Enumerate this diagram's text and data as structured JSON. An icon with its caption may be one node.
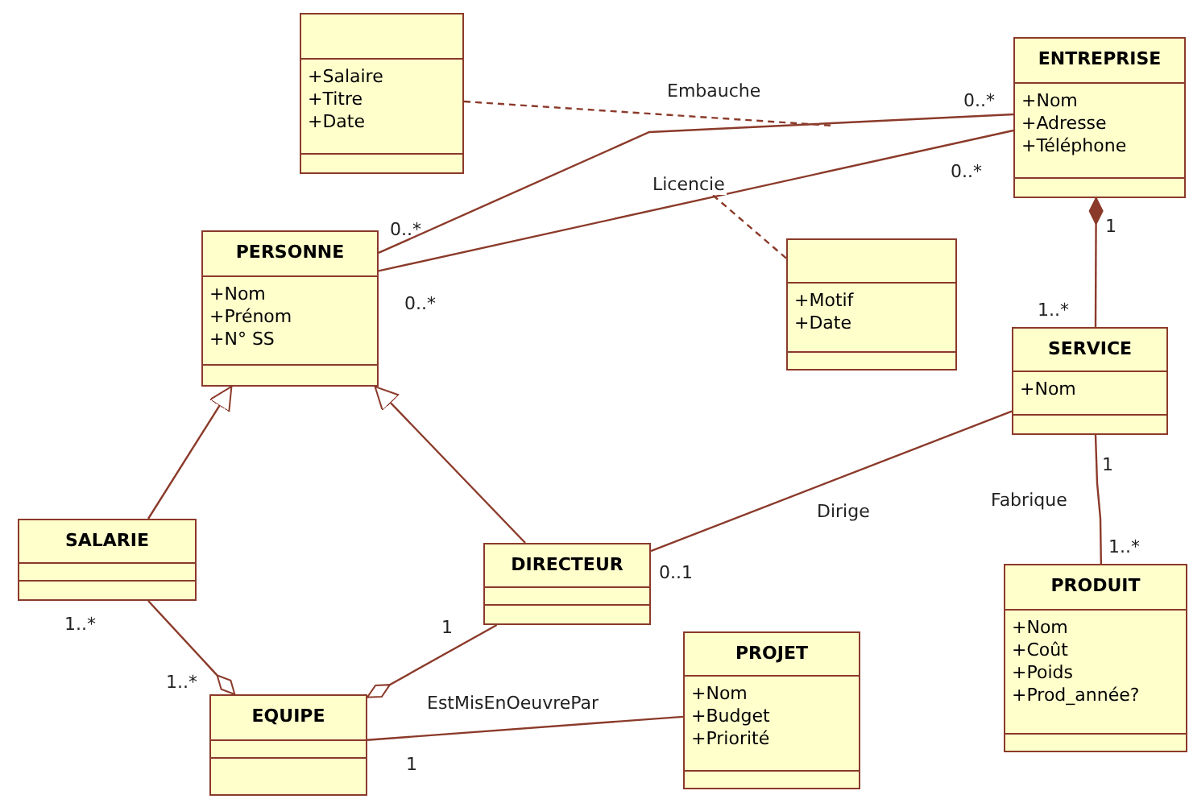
{
  "diagram": {
    "nodes": [
      {
        "text": [
          "+Salaire",
          "+Titre",
          "+Date"
        ]
      },
      {
        "text": [
          "ENTREPRISE",
          "+Nom",
          "+Adresse",
          "+Téléphone"
        ]
      },
      {
        "text": [
          "PERSONNE",
          "+Nom",
          "+Prénom",
          "+N° SS"
        ]
      },
      {
        "text": [
          "+Motif",
          "+Date"
        ]
      },
      {
        "text": [
          "SERVICE",
          "+Nom"
        ]
      },
      {
        "text": [
          "SALARIE"
        ]
      },
      {
        "text": [
          "DIRECTEUR"
        ]
      },
      {
        "text": [
          "PROJET",
          "+Nom",
          "+Budget",
          "+Priorité"
        ]
      },
      {
        "text": [
          "PRODUIT",
          "+Nom",
          "+Coût",
          "+Poids",
          "+Prod_année?"
        ]
      },
      {
        "text": [
          "EQUIPE"
        ]
      }
    ],
    "edges": [
      {
        "from": 2,
        "to": 1,
        "arrow": "none",
        "label": "Embauche"
      },
      {
        "from": 0,
        "to": null,
        "arrow": "none",
        "style": "dashed"
      },
      {
        "from": 2,
        "to": 1,
        "arrow": "none",
        "label": "Licencie"
      },
      {
        "from": 3,
        "to": null,
        "arrow": "none",
        "style": "dashed"
      },
      {
        "from": 1,
        "to": 4,
        "arrow": "other"
      },
      {
        "from": 5,
        "to": 2,
        "arrow": "to"
      },
      {
        "from": 6,
        "to": 2,
        "arrow": "to"
      },
      {
        "from": 4,
        "to": 6,
        "arrow": "none",
        "label": "Dirige"
      },
      {
        "from": 4,
        "to": 8,
        "arrow": "none",
        "label": "Fabrique"
      },
      {
        "from": 9,
        "to": 5,
        "arrow": "other"
      },
      {
        "from": 9,
        "to": 6,
        "arrow": "other"
      },
      {
        "from": 9,
        "to": 7,
        "arrow": "none",
        "label": "EstMisEnOeuvrePar"
      }
    ],
    "labels": [
      "0..*",
      "0..*",
      "0..*",
      "1",
      "0..*",
      "1..*",
      "1",
      "0..1",
      "1..*",
      "1..*",
      "1",
      "1..*",
      "1"
    ]
  }
}
